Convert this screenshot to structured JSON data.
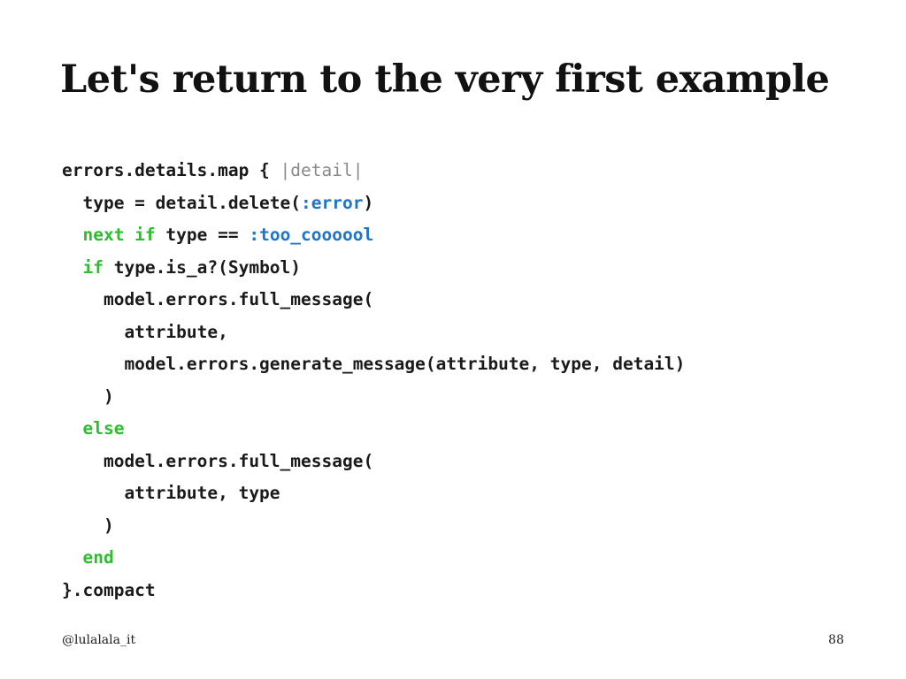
{
  "slide": {
    "title": "Let's return to the very first example",
    "footer_handle": "@lulalala_it",
    "page_number": "88"
  },
  "code": {
    "lines": [
      [
        {
          "t": "plain",
          "s": "errors.details.map { "
        },
        {
          "t": "param",
          "s": "|detail|"
        }
      ],
      [
        {
          "t": "plain",
          "s": "  type = detail.delete("
        },
        {
          "t": "symbol",
          "s": ":error"
        },
        {
          "t": "plain",
          "s": ")"
        }
      ],
      [
        {
          "t": "plain",
          "s": "  "
        },
        {
          "t": "keyword",
          "s": "next if"
        },
        {
          "t": "plain",
          "s": " type == "
        },
        {
          "t": "symbol",
          "s": ":too_coooool"
        }
      ],
      [
        {
          "t": "plain",
          "s": "  "
        },
        {
          "t": "keyword",
          "s": "if"
        },
        {
          "t": "plain",
          "s": " type.is_a?(Symbol)"
        }
      ],
      [
        {
          "t": "plain",
          "s": "    model.errors.full_message("
        }
      ],
      [
        {
          "t": "plain",
          "s": "      attribute,"
        }
      ],
      [
        {
          "t": "plain",
          "s": "      model.errors.generate_message(attribute, type, detail)"
        }
      ],
      [
        {
          "t": "plain",
          "s": "    )"
        }
      ],
      [
        {
          "t": "plain",
          "s": "  "
        },
        {
          "t": "keyword",
          "s": "else"
        }
      ],
      [
        {
          "t": "plain",
          "s": "    model.errors.full_message("
        }
      ],
      [
        {
          "t": "plain",
          "s": "      attribute, type"
        }
      ],
      [
        {
          "t": "plain",
          "s": "    )"
        }
      ],
      [
        {
          "t": "plain",
          "s": "  "
        },
        {
          "t": "keyword",
          "s": "end"
        }
      ],
      [
        {
          "t": "plain",
          "s": "}.compact"
        }
      ]
    ]
  },
  "colors": {
    "keyword": "#2ebd2e",
    "symbol": "#1f74c8",
    "param": "#8a8a8a",
    "text": "#1a1a1a"
  }
}
